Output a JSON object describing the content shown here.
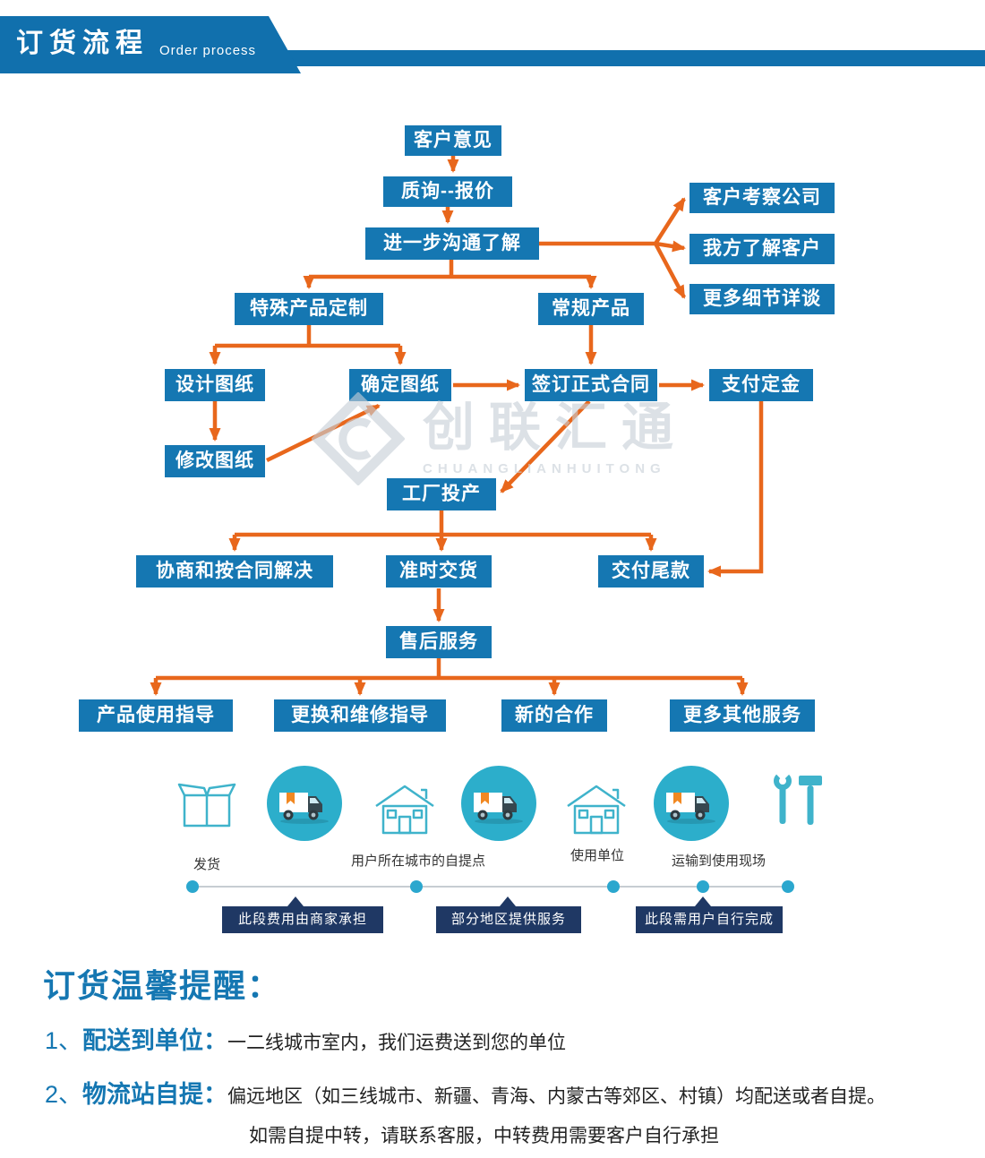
{
  "header": {
    "title": "订货流程",
    "subtitle": "Order process"
  },
  "flow": {
    "nodes": [
      "客户意见",
      "质询--报价",
      "进一步沟通了解",
      "客户考察公司",
      "我方了解客户",
      "更多细节详谈",
      "特殊产品定制",
      "常规产品",
      "设计图纸",
      "确定图纸",
      "签订正式合同",
      "支付定金",
      "修改图纸",
      "工厂投产",
      "协商和按合同解决",
      "准时交货",
      "交付尾款",
      "售后服务",
      "产品使用指导",
      "更换和维修指导",
      "新的合作",
      "更多其他服务"
    ]
  },
  "watermark": {
    "cn": "创联汇通",
    "en": "CHUANGLIANHUITONG"
  },
  "logistics": {
    "labels": [
      "发货",
      "用户所在城市的自提点",
      "使用单位",
      "运输到使用现场"
    ]
  },
  "timeline": {
    "ribbons": [
      "此段费用由商家承担",
      "部分地区提供服务",
      "此段需用户自行完成"
    ]
  },
  "notes": {
    "title": "订货温馨提醒：",
    "items": [
      {
        "num": "1、",
        "label": "配送到单位：",
        "text": "一二线城市室内，我们运费送到您的单位"
      },
      {
        "num": "2、",
        "label": "物流站自提：",
        "text": "偏远地区（如三线城市、新疆、青海、内蒙古等郊区、村镇）均配送或者自提。"
      }
    ],
    "footnote": "如需自提中转，请联系客服，中转费用需要客户自行承担"
  },
  "colors": {
    "primary": "#1577B2",
    "arrow": "#E8671C",
    "teal": "#2FAEC6",
    "navy": "#1F3864"
  }
}
